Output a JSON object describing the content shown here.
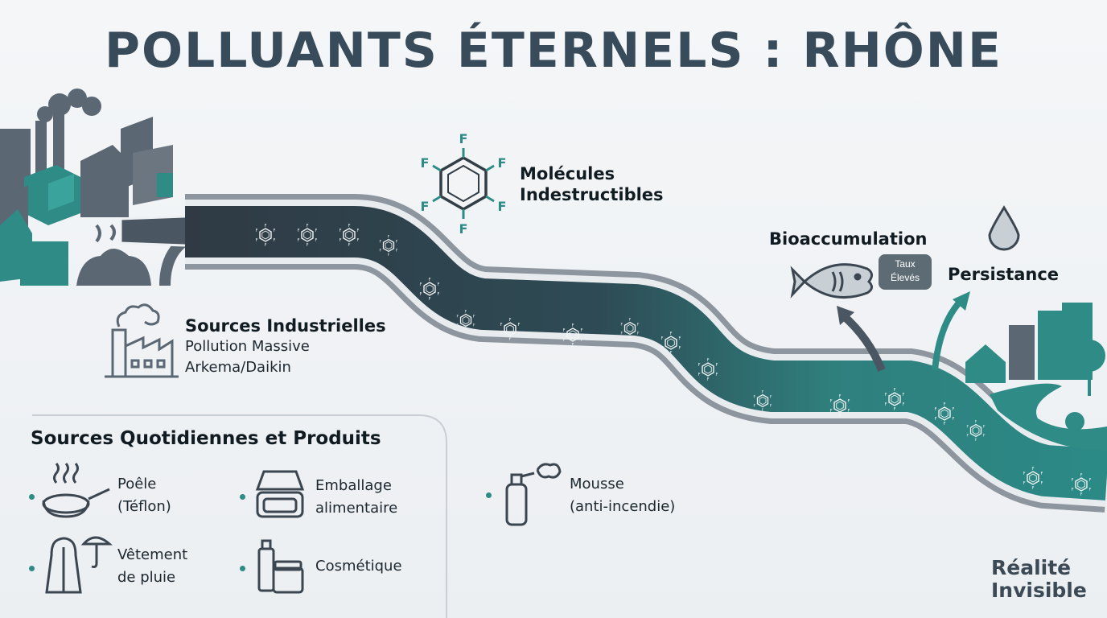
{
  "title": "POLLUANTS ÉTERNELS : RHÔNE",
  "molecules": {
    "line1": "Molécules",
    "line2": "Indestructibles",
    "fluorine": "F"
  },
  "industrial": {
    "title": "Sources Industrielles",
    "line1": "Pollution Massive",
    "line2": "Arkema/Daikin"
  },
  "bioaccumulation": {
    "title": "Bioaccumulation",
    "badge_line1": "Taux",
    "badge_line2": "Élevés"
  },
  "persistence": {
    "title": "Persistance"
  },
  "daily": {
    "title": "Sources Quotidiennes et Produits",
    "items": [
      {
        "line1": "Poêle",
        "line2": "(Téflon)",
        "icon": "frying-pan-icon"
      },
      {
        "line1": "Emballage",
        "line2": "alimentaire",
        "icon": "food-container-icon"
      },
      {
        "line1": "Mousse",
        "line2": "(anti-incendie)",
        "icon": "fire-extinguisher-icon"
      },
      {
        "line1": "Vêtement",
        "line2": "de pluie",
        "icon": "raincoat-icon"
      },
      {
        "line1": "Cosmétique",
        "line2": "",
        "icon": "cosmetics-icon"
      }
    ]
  },
  "brand": {
    "line1": "Réalité",
    "line2": "Invisible"
  },
  "colors": {
    "teal": "#2e8b86",
    "slate": "#5b6873",
    "title": "#384b5a",
    "river_dark": "#2f3c46"
  }
}
